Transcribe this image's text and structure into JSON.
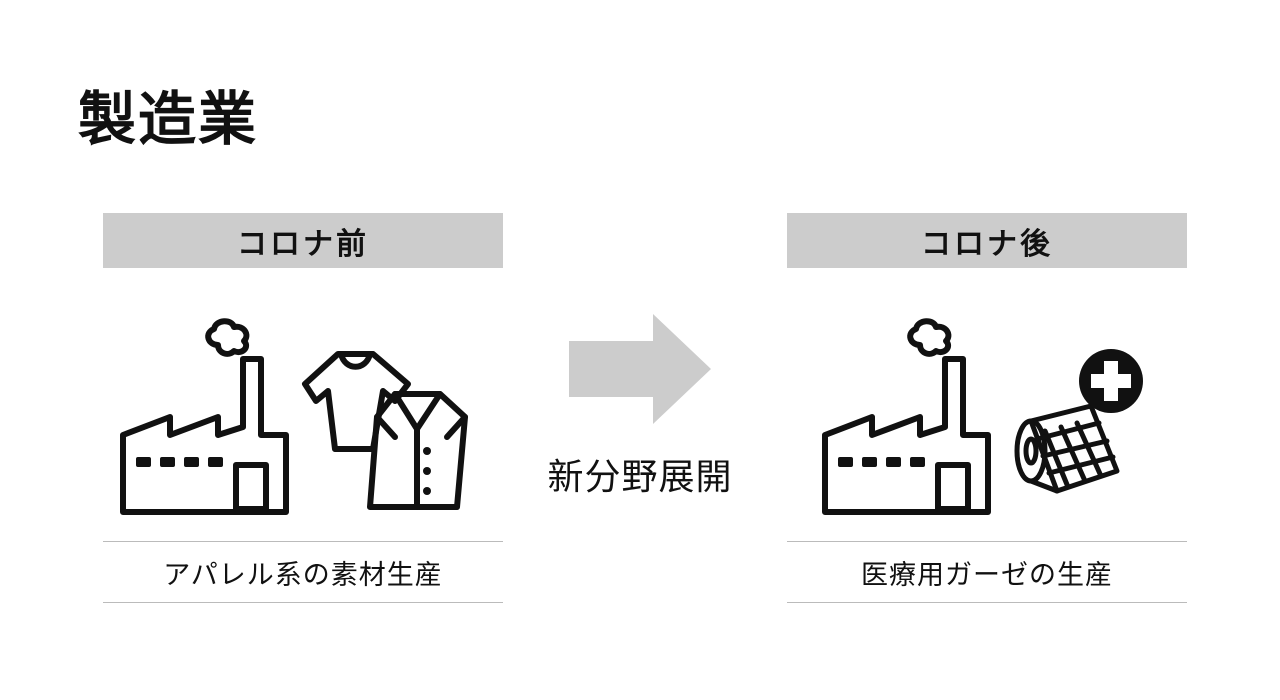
{
  "title": "製造業",
  "before": {
    "header": "コロナ前",
    "caption": "アパレル系の素材生産",
    "icons": [
      "factory-icon",
      "shirt-icon",
      "jacket-icon"
    ]
  },
  "after": {
    "header": "コロナ後",
    "caption": "医療用ガーゼの生産",
    "icons": [
      "factory-icon",
      "gauze-roll-icon",
      "medical-cross-icon"
    ]
  },
  "transition": {
    "label": "新分野展開",
    "icon": "right-arrow-icon"
  },
  "colors": {
    "header_bg": "#cccccc",
    "arrow": "#cccccc",
    "rule": "#bbbbbb",
    "text": "#111111"
  }
}
